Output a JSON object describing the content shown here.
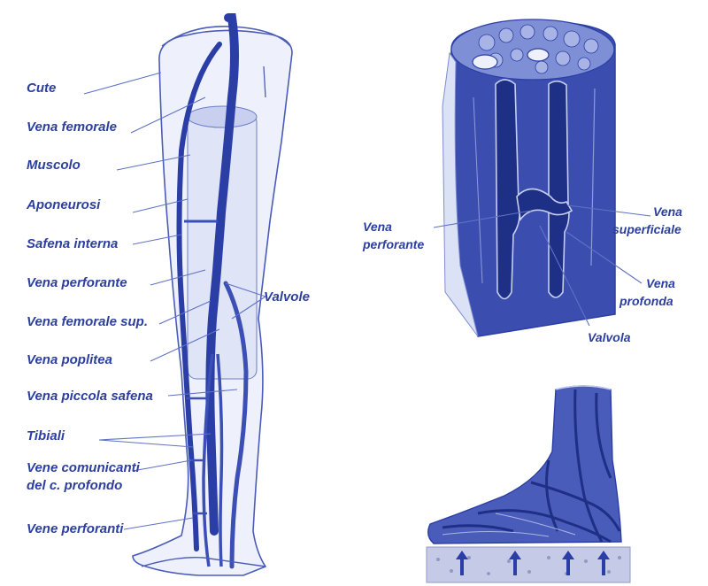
{
  "leg_labels": {
    "cute": "Cute",
    "vena_femorale": "Vena femorale",
    "muscolo": "Muscolo",
    "aponeurosi": "Aponeurosi",
    "safena_interna": "Safena interna",
    "vena_perforante": "Vena perforante",
    "vena_femorale_sup": "Vena femorale sup.",
    "vena_poplitea": "Vena poplitea",
    "vena_piccola_safena": "Vena piccola safena",
    "tibiali": "Tibiali",
    "vene_comunicanti_1": "Vene comunicanti",
    "vene_comunicanti_2": "del c. profondo",
    "vene_perforanti": "Vene perforanti",
    "valvole": "Valvole"
  },
  "section_labels": {
    "vena_perforante_1": "Vena",
    "vena_perforante_2": "perforante",
    "vena_superficiale_1": "Vena",
    "vena_superficiale_2": "superficiale",
    "vena_profonda_1": "Vena",
    "vena_profonda_2": "profonda",
    "valvola": "Valvola"
  },
  "colors": {
    "vein": "#2b3ea6",
    "label": "#2c3f9e",
    "tissue": "#a9b4e6",
    "dark": "#1e2f86"
  }
}
